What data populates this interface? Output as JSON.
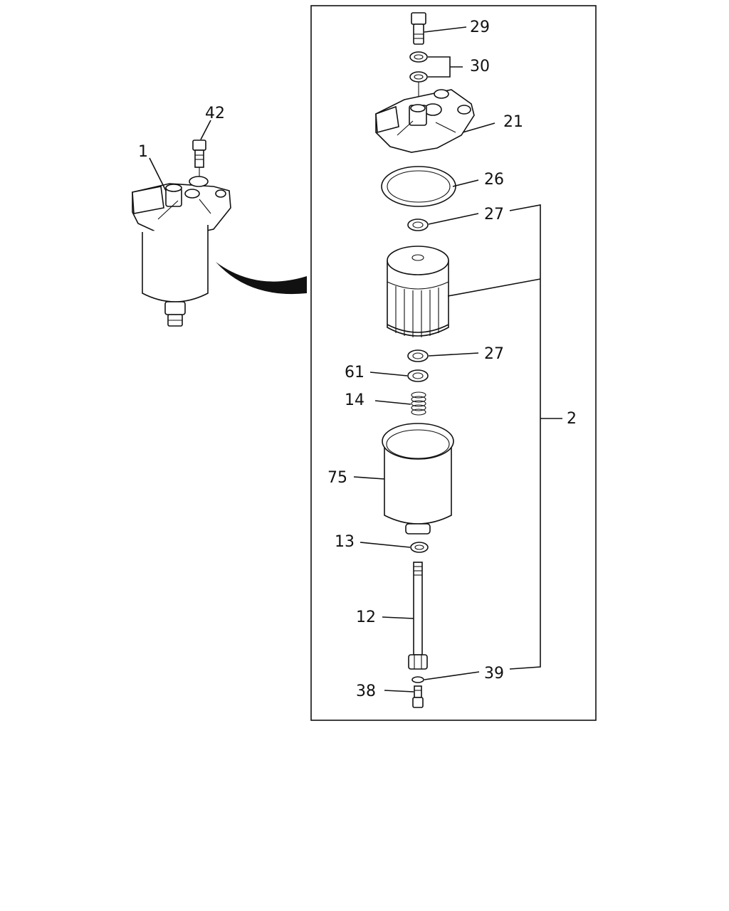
{
  "diagram": {
    "callouts": {
      "c42": "42",
      "c1": "1",
      "c29": "29",
      "c30": "30",
      "c21": "21",
      "c26": "26",
      "c27a": "27",
      "c27b": "27",
      "c61": "61",
      "c14": "14",
      "c2": "2",
      "c75": "75",
      "c13": "13",
      "c12": "12",
      "c39": "39",
      "c38": "38"
    }
  }
}
